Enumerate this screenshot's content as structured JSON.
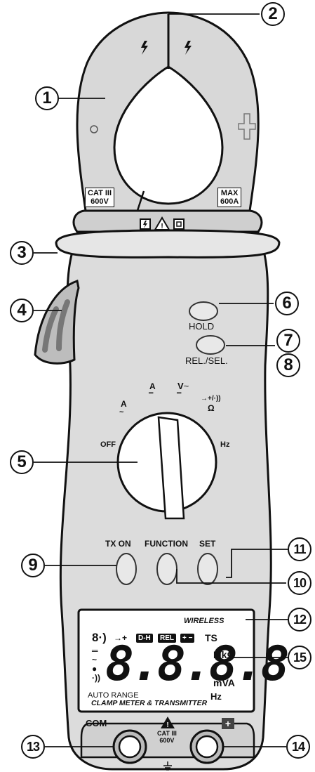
{
  "jaw": {
    "cat_left": [
      "CAT III",
      "600V"
    ],
    "cat_right": [
      "MAX",
      "600A"
    ]
  },
  "buttons": {
    "hold": "HOLD",
    "rel_sel": "REL./SEL.",
    "tx_on": "TX ON",
    "function": "FUNCTION",
    "set": "SET"
  },
  "dial": {
    "off": "OFF",
    "hz": "Hz",
    "ac_a": "A",
    "dc_a": "A",
    "v": "V",
    "diode_ohm": "→+/·))",
    "ohm": "Ω"
  },
  "lcd": {
    "wireless": "WIRELESS",
    "dh": "D-H",
    "rel": "REL",
    "ts": "TS",
    "digits": "8.8.8.8",
    "mkohm": "MkΩ",
    "mva": "mVA",
    "hz": "Hz",
    "auto_range": "AUTO RANGE",
    "model": "CLAMP METER & TRANSMITTER"
  },
  "jacks": {
    "com": "COM",
    "cat": [
      "CAT III",
      "600V"
    ]
  },
  "callouts": [
    "1",
    "2",
    "3",
    "4",
    "5",
    "6",
    "7",
    "8",
    "9",
    "10",
    "11",
    "12",
    "13",
    "14",
    "15"
  ]
}
